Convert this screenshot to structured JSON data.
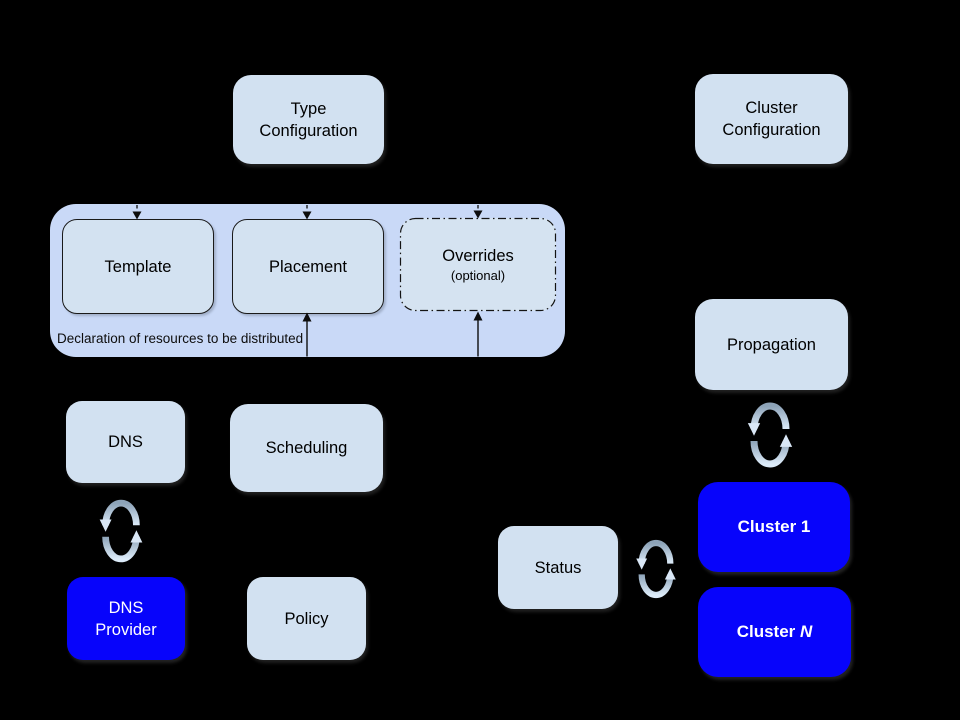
{
  "group": {
    "caption": "Declaration of resources to be distributed"
  },
  "boxes": {
    "type_configuration": {
      "line1": "Type",
      "line2": "Configuration"
    },
    "cluster_configuration": {
      "line1": "Cluster",
      "line2": "Configuration"
    },
    "template": {
      "label": "Template"
    },
    "placement": {
      "label": "Placement"
    },
    "overrides": {
      "label": "Overrides",
      "sublabel": "(optional)"
    },
    "dns": {
      "label": "DNS"
    },
    "scheduling": {
      "label": "Scheduling"
    },
    "propagation": {
      "label": "Propagation"
    },
    "dns_provider": {
      "line1": "DNS",
      "line2": "Provider"
    },
    "policy": {
      "label": "Policy"
    },
    "status": {
      "label": "Status"
    },
    "cluster_1": {
      "label": "Cluster 1"
    },
    "cluster_n": {
      "prefix": "Cluster ",
      "variable": "N"
    }
  },
  "icons": {
    "sync_icon": "⟳ two curved arrows forming a bidirectional sync cycle"
  },
  "connectors": [
    {
      "to": "template",
      "direction": "down",
      "style": "dashed-arrow"
    },
    {
      "to": "placement",
      "direction": "down",
      "style": "dashed-arrow"
    },
    {
      "to": "overrides",
      "direction": "down",
      "style": "dashed-arrow"
    },
    {
      "to": "placement",
      "direction": "up",
      "style": "solid-arrow"
    },
    {
      "to": "overrides",
      "direction": "up",
      "style": "solid-arrow"
    }
  ],
  "colors": {
    "background": "#000000",
    "group_fill": "#c9d9f7",
    "box_fill": "#d2e1f1",
    "cluster_fill": "#0704fb",
    "text_dark": "#000000",
    "text_light": "#ffffff",
    "connector": "#0d0d0d",
    "sync_gradient_start": "#8da3b8",
    "sync_gradient_end": "#dcebf9"
  }
}
